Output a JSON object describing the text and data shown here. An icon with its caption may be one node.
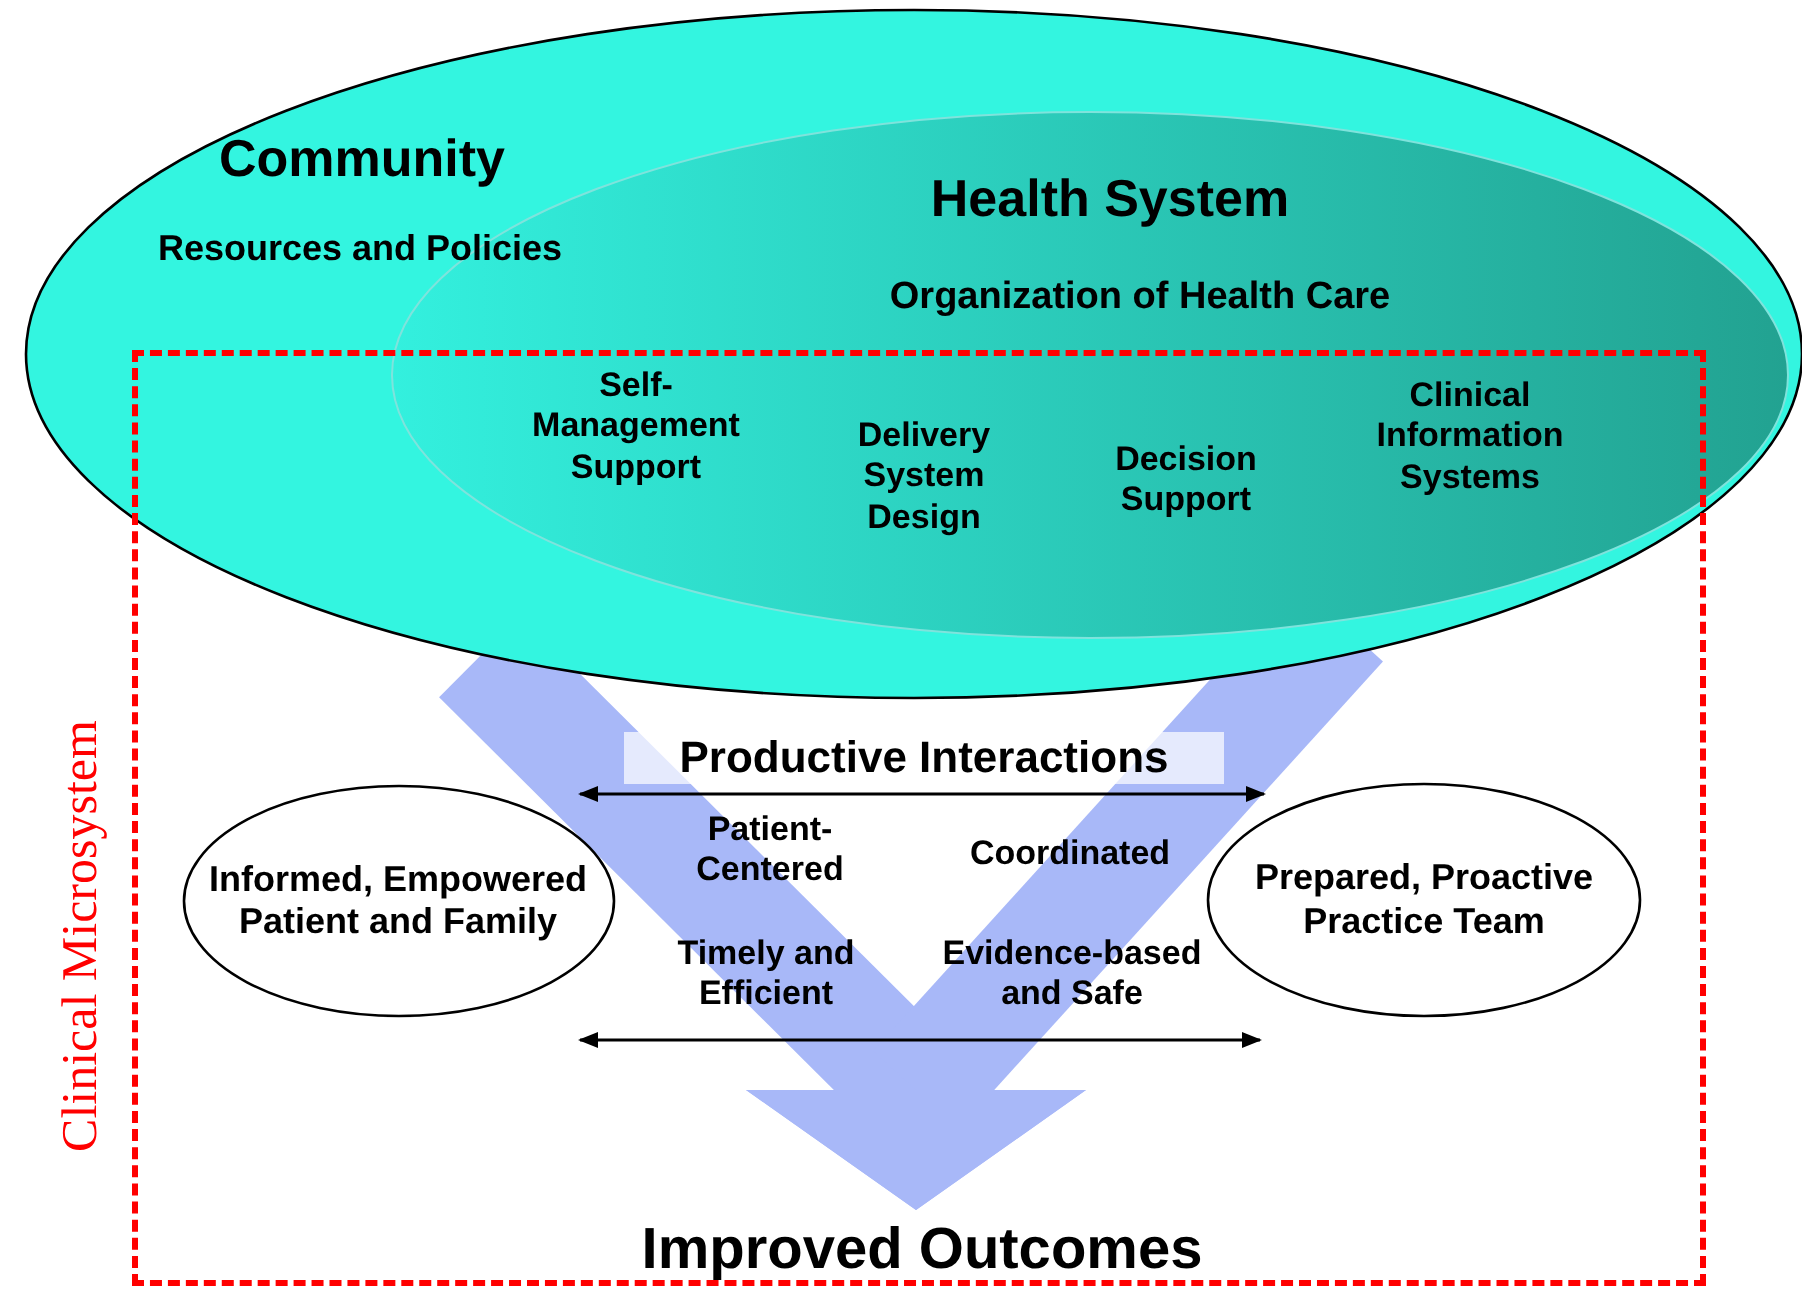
{
  "diagram": {
    "nodes": [
      {
        "text": [
          "Community",
          "Resources and Policies"
        ]
      },
      {
        "text": [
          "Health System",
          "Organization of Health Care",
          "Self-Management Support",
          "Delivery System Design",
          "Decision Support",
          "Clinical Information Systems"
        ],
        "in": 0
      },
      {
        "text": [
          "Clinical Microsystem"
        ]
      },
      {
        "text": [
          "Informed, Empowered Patient and Family"
        ],
        "in": 2
      },
      {
        "text": [
          "Prepared, Proactive Practice Team"
        ],
        "in": 2
      },
      {
        "text": [
          "Improved Outcomes"
        ],
        "in": 2
      }
    ],
    "edges": [
      {
        "from": 0,
        "to": 5,
        "arrow": "to",
        "style": "thick",
        "color": "#a8b8f8"
      },
      {
        "from": 1,
        "to": 5,
        "arrow": "to",
        "style": "thick",
        "color": "#a8b8f8"
      },
      {
        "from": 3,
        "to": 4,
        "arrow": "both",
        "label": "Productive Interactions",
        "color": "#000000"
      },
      {
        "from": 3,
        "to": 4,
        "arrow": "both",
        "color": "#000000"
      }
    ],
    "labels": [
      "Patient-Centered",
      "Coordinated",
      "Timely and Efficient",
      "Evidence-based and Safe"
    ]
  }
}
